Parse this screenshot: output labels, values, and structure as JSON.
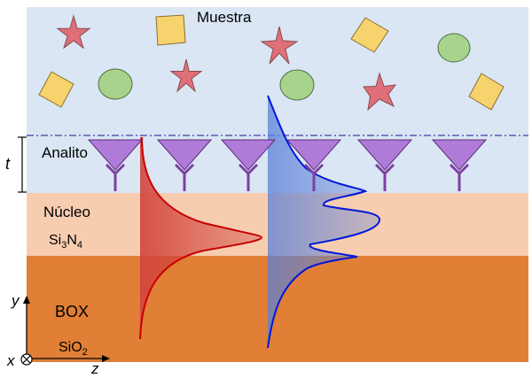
{
  "labels": {
    "muestra": "Muestra",
    "analito": "Analito",
    "nucleo": "Núcleo",
    "si": "Si",
    "si_sub": "3",
    "n": "N",
    "n_sub": "4",
    "box": "BOX",
    "sio": "SiO",
    "o_sub": "2",
    "t": "t",
    "y_axis": "y",
    "x_axis": "x",
    "z_axis": "z"
  },
  "colors": {
    "sample_layer": "#dae6f3",
    "core_layer": "#f7cdb0",
    "box_layer": "#e07f35",
    "antibody": "#7d3fa2",
    "antibody_fill": "#b07ad8",
    "star": "#df6f79",
    "square": "#f6d36c",
    "circle": "#a7d38c",
    "red_curve": "#c80000",
    "blue_curve": "#0017d9"
  }
}
